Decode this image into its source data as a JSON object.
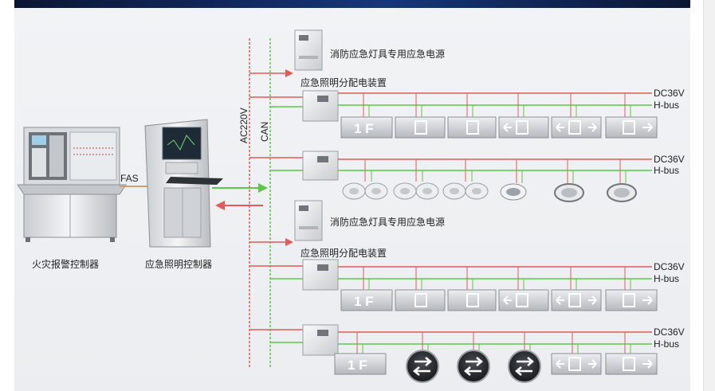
{
  "labels": {
    "fire_alarm": "火灾报警控制器",
    "emergency_controller": "应急照明控制器",
    "fas": "FAS",
    "ac220v": "AC220V",
    "can": "CAN",
    "power_supply": "消防应急灯具专用应急电源",
    "distribution": "应急照明分配电装置",
    "dc36v": "DC36V",
    "hbus": "H-bus",
    "floor": "1 F"
  },
  "colors": {
    "power_line": "#e25a5a",
    "bus_line": "#5cc84a",
    "fas_line": "#d9a066"
  }
}
